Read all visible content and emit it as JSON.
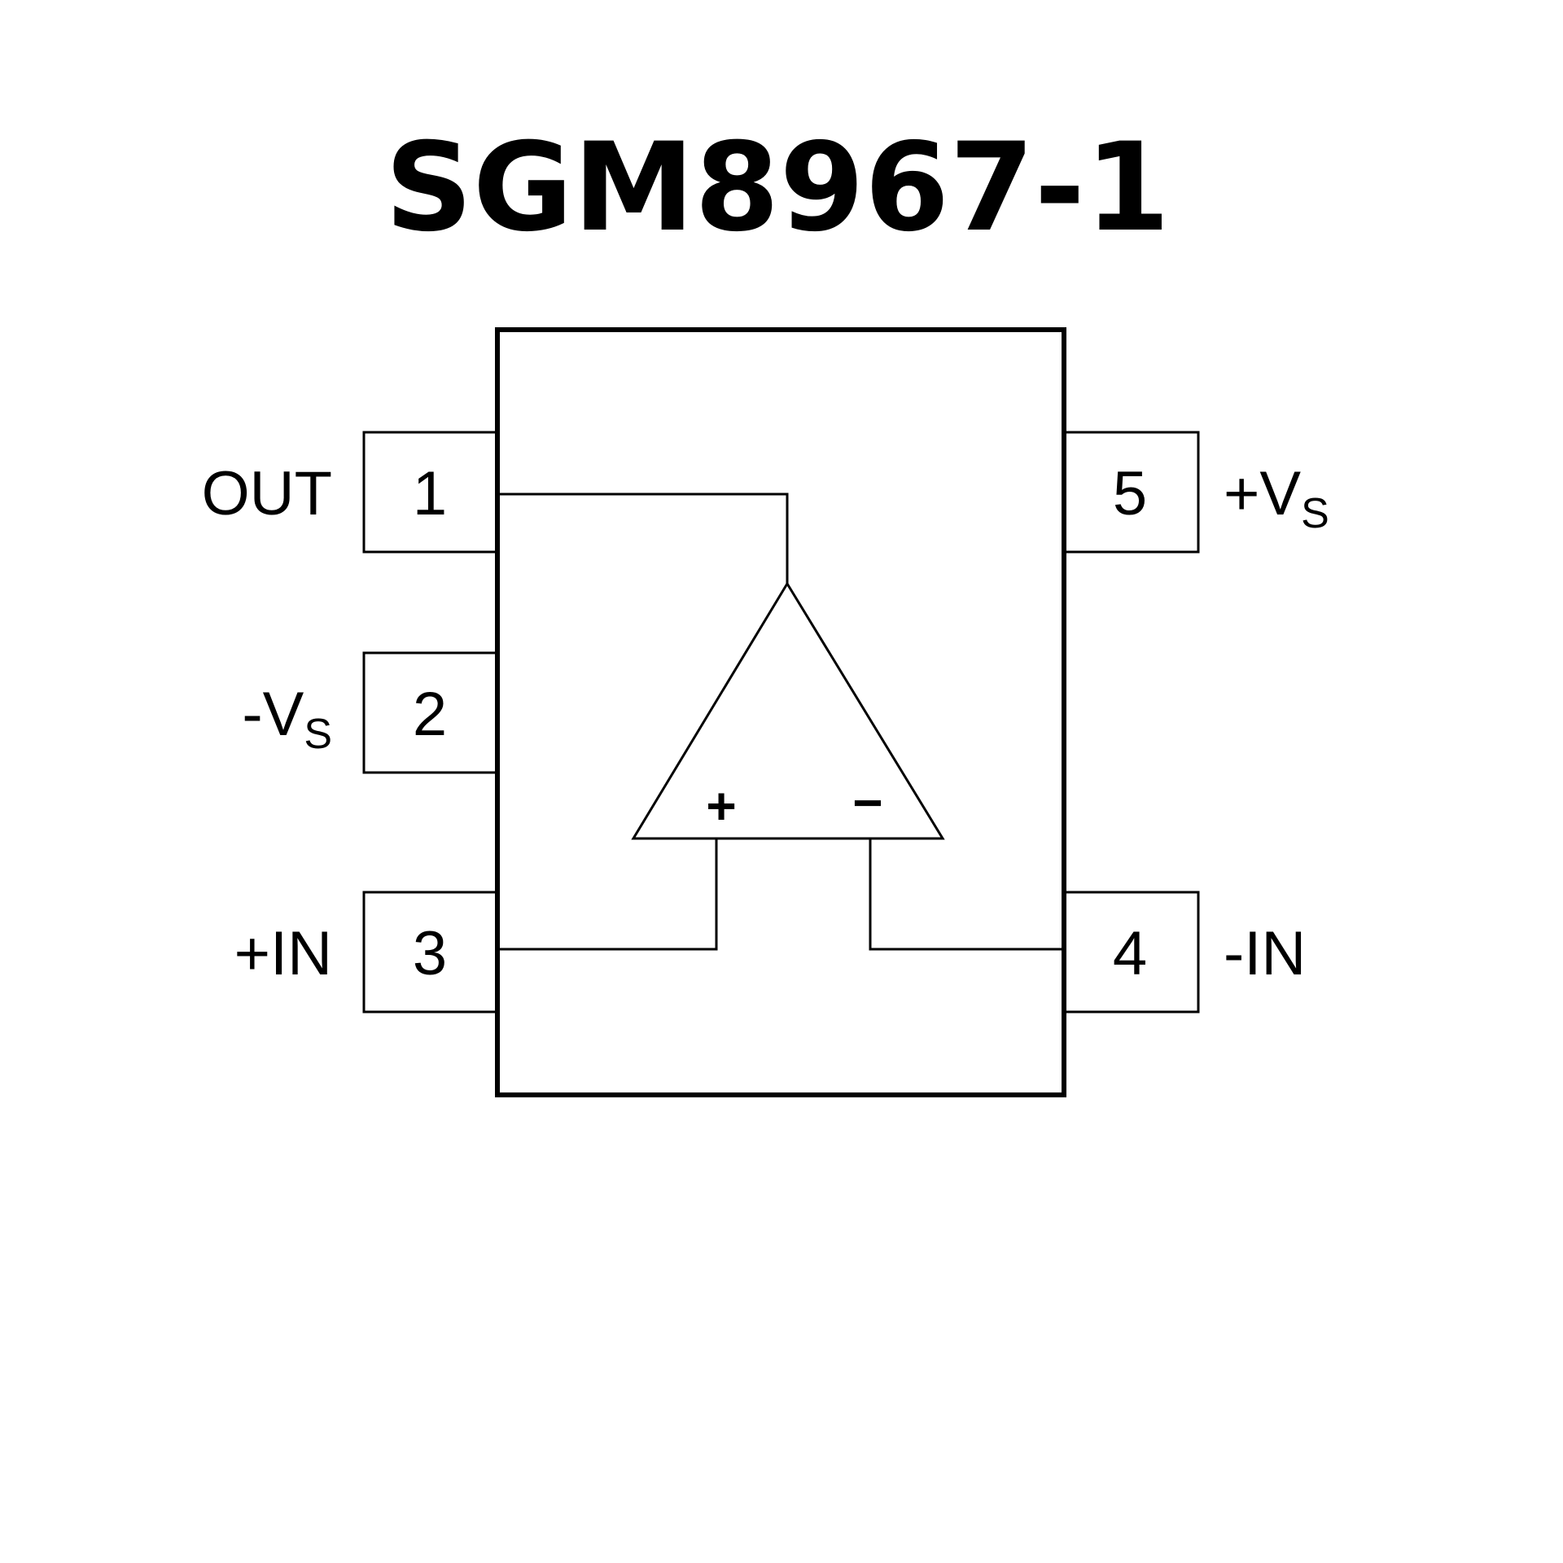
{
  "title": "SGM8967-1",
  "pins": {
    "p1": {
      "number": "1",
      "label": "OUT"
    },
    "p2": {
      "number": "2",
      "label": "-V",
      "sub": "S"
    },
    "p3": {
      "number": "3",
      "label": "+IN"
    },
    "p4": {
      "number": "4",
      "label": "-IN"
    },
    "p5": {
      "number": "5",
      "label": "+V",
      "sub": "S"
    }
  },
  "opamp": {
    "plus": "+",
    "minus": "−"
  }
}
